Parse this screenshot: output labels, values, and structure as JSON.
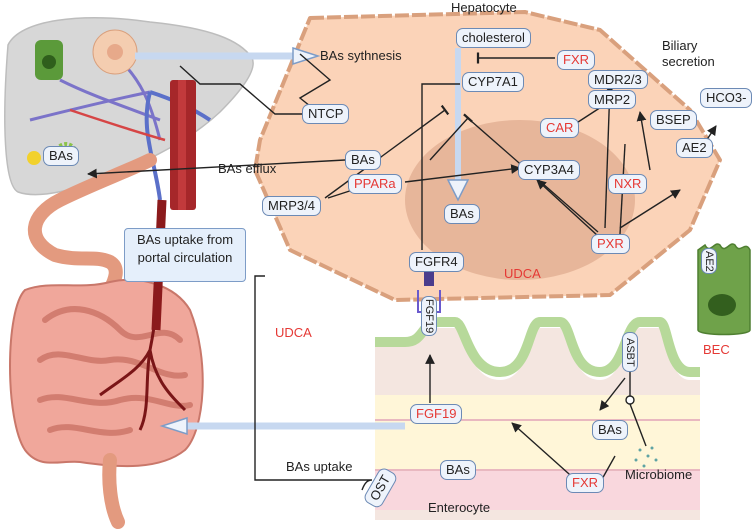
{
  "labels": {
    "hepatocyte": "Hepatocyte",
    "biliary_secretion": "Biliary\nsecretion",
    "bas_synthesis": "BAs sythnesis",
    "bas_efflux": "BAs efflux",
    "bas_uptake_portal": "BAs uptake from portal circulation",
    "udca_liver": "UDCA",
    "udca_left": "UDCA",
    "bec": "BEC",
    "bas_uptake": "BAs uptake",
    "enterocyte": "Enterocyte",
    "microbiome": "Microbiome"
  },
  "nodes": {
    "cholesterol": "cholesterol",
    "fxr_liver": "FXR",
    "cyp7a1": "CYP7A1",
    "mdr23": "MDR2/3",
    "mrp2": "MRP2",
    "hco3": "HCO3-",
    "ntcp": "NTCP",
    "car": "CAR",
    "bsep": "BSEP",
    "bas_liver": "BAs",
    "ae2_membrane": "AE2",
    "ppara": "PPARa",
    "cyp3a4": "CYP3A4",
    "mrp34": "MRP3/4",
    "nxr": "NXR",
    "bas_hep": "BAs",
    "pxr": "PXR",
    "fgfr4": "FGFR4",
    "fgf19_receptor": "FGF19",
    "ae2_bec": "AE2",
    "asbt": "ASBT",
    "fgf19_gut": "FGF19",
    "bas_gut": "BAs",
    "bas_ent": "BAs",
    "fxr_gut": "FXR",
    "ost": "OST",
    "bas_small": "BAs"
  },
  "colors": {
    "hepatocyte_fill": "#fbd3b8",
    "hepatocyte_stroke": "#d9a07d",
    "nucleus_fill": "#e7b69a",
    "label_red": "#e53935",
    "pill_fill": "#eef3fb",
    "pill_stroke": "#6c8ab5",
    "bec_fill": "#6fa24a",
    "liver_gray": "#d7d7d7",
    "intestine": "#f0a79b",
    "villi_green": "#b7d99a",
    "arrow_light": "#c7d8f0"
  },
  "icons": [
    "liver-organ",
    "intestine-organ",
    "portal-vein",
    "villi-epithelium",
    "bec-cell",
    "hepatocyte-cell"
  ]
}
